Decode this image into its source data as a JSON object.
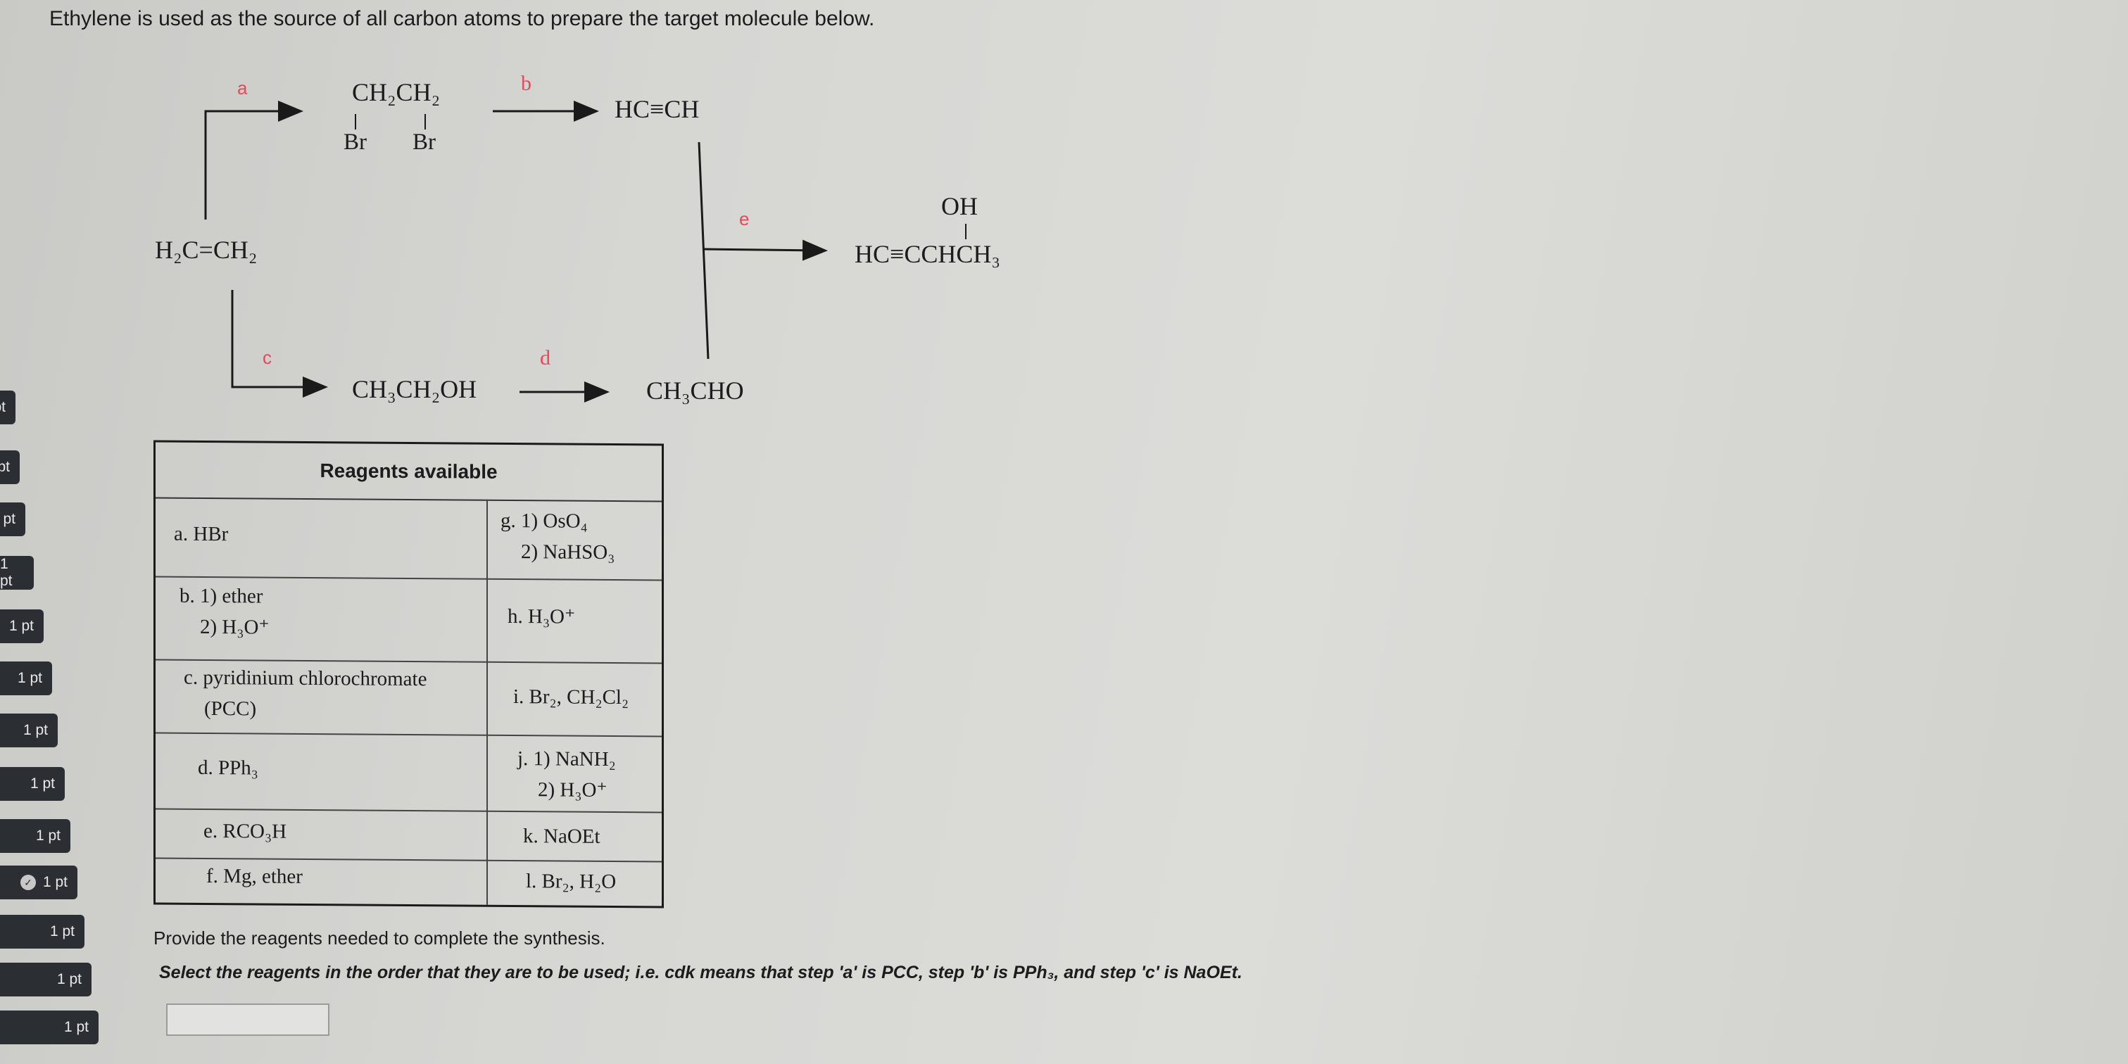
{
  "question": {
    "title": "Ethylene is used as the source of all carbon atoms to prepare the target molecule below."
  },
  "sidebar": {
    "points": [
      "pt",
      "pt",
      "pt",
      "1 pt",
      "1 pt",
      "1 pt",
      "1 pt",
      "1 pt",
      "1 pt",
      "1 pt",
      "1 pt",
      "1 pt",
      "1 pt"
    ],
    "check": "✓"
  },
  "scheme": {
    "ethylene": "H₂C=CH₂",
    "dibromide": "CH₂CH₂",
    "br1": "Br",
    "br2": "Br",
    "acetylene": "HC≡CH",
    "target_oh": "OH",
    "target": "HC≡CCHCH₃",
    "ethanol": "CH₃CH₂OH",
    "acetaldehyde": "CH₃CHO",
    "step_a": "a",
    "step_b": "b",
    "step_c": "c",
    "step_d": "d",
    "step_e": "e"
  },
  "reagents": {
    "header": "Reagents available",
    "left": [
      "a. HBr",
      "b. 1) ether\n    2) H₃O⁺",
      "c. pyridinium chlorochromate\n    (PCC)",
      "d. PPh₃",
      "e. RCO₃H",
      "f. Mg, ether"
    ],
    "right": [
      "g. 1) OsO₄\n    2) NaHSO₃",
      "h. H₃O⁺",
      "i. Br₂, CH₂Cl₂",
      "j. 1) NaNH₂\n    2) H₃O⁺",
      "k. NaOEt",
      "l. Br₂, H₂O"
    ]
  },
  "instructions": {
    "line1": "Provide the reagents needed to complete the synthesis.",
    "line2": "Select the reagents in the order that they are to be used; i.e. cdk means that step 'a' is PCC, step 'b' is PPh₃, and step 'c' is NaOEt."
  },
  "answer": {
    "value": ""
  }
}
